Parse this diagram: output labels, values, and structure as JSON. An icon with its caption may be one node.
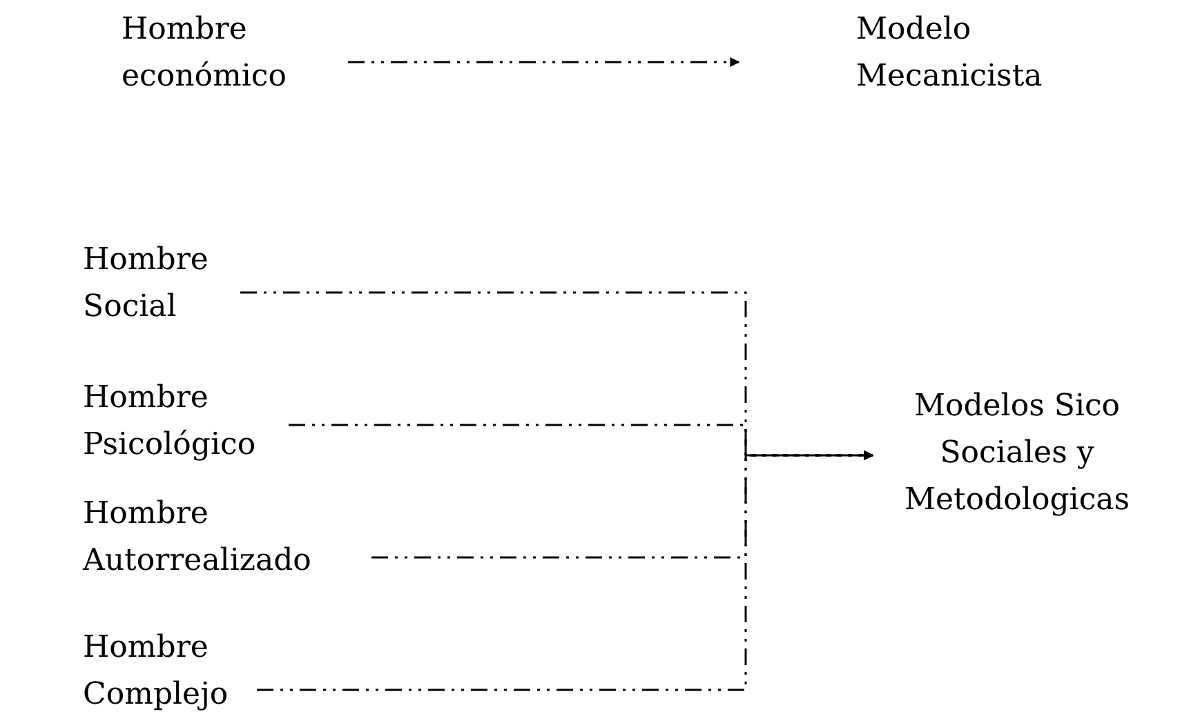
{
  "diagram": {
    "nodes": [
      {
        "text": [
          "Hombre económico"
        ]
      },
      {
        "text": [
          "Modelo Mecanicista"
        ]
      },
      {
        "text": [
          "Hombre Social"
        ]
      },
      {
        "text": [
          "Hombre Psicológico"
        ]
      },
      {
        "text": [
          "Hombre Autorrealizado"
        ]
      },
      {
        "text": [
          "Hombre Complejo"
        ]
      },
      {
        "text": [
          "Modelos Sico Sociales y Metodologicas"
        ]
      }
    ],
    "edges": [
      {
        "from": 0,
        "to": 1,
        "arrow": "to",
        "style": "dashed"
      },
      {
        "from": 2,
        "to": 6,
        "arrow": "to",
        "style": "dashed"
      },
      {
        "from": 3,
        "to": 6,
        "arrow": "to",
        "style": "dashed"
      },
      {
        "from": 4,
        "to": 6,
        "arrow": "to",
        "style": "dashed"
      },
      {
        "from": 5,
        "to": 6,
        "arrow": "to",
        "style": "dashed"
      }
    ]
  }
}
